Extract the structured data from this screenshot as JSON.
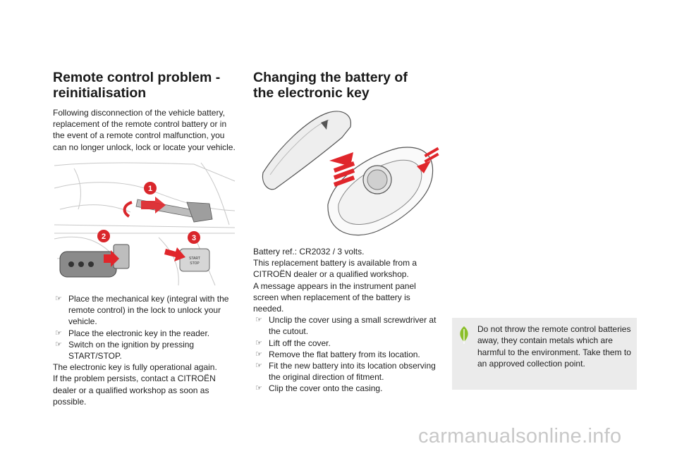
{
  "left": {
    "title": "Remote control problem -\nreinitialisation",
    "intro": "Following disconnection of the vehicle battery, replacement of the remote control battery or in the event of a remote control malfunction, you can no longer unlock, lock or locate your vehicle.",
    "callouts": [
      "1",
      "2",
      "3"
    ],
    "bullets": [
      "Place the mechanical key (integral with the remote control) in the lock to unlock your vehicle.",
      "Place the electronic key in the reader.",
      "Switch on the ignition by pressing START/STOP."
    ],
    "outro": [
      "The electronic key is fully operational again.",
      "If the problem persists, contact a CITROËN dealer or a qualified workshop as soon as possible."
    ],
    "button_label": "START\nSTOP"
  },
  "right": {
    "title": "Changing the battery of\nthe electronic key",
    "paras": [
      "Battery ref.: CR2032 / 3 volts.",
      "This replacement battery is available from a CITROËN dealer or a qualified workshop.",
      "A message appears in the instrument panel screen when replacement of the battery is needed."
    ],
    "bullets": [
      "Unclip the cover using a small screwdriver at the cutout.",
      "Lift off the cover.",
      "Remove the flat battery from its location.",
      "Fit the new battery into its location observing the original direction of fitment.",
      "Clip the cover onto the casing."
    ]
  },
  "note": {
    "text": "Do not throw the remote control batteries away, they contain metals which are harmful to the environment. Take them to an approved collection point."
  },
  "bullet_marker": "",
  "watermark": "carmanualsonline.info",
  "colors": {
    "callout_red": "#d9262b",
    "arrow_red": "#e0262b",
    "note_bg": "#ebebeb",
    "leaf_green": "#8bbf2a"
  },
  "icons": {
    "bullet": "finger-pointer-icon",
    "note": "leaf-icon"
  }
}
